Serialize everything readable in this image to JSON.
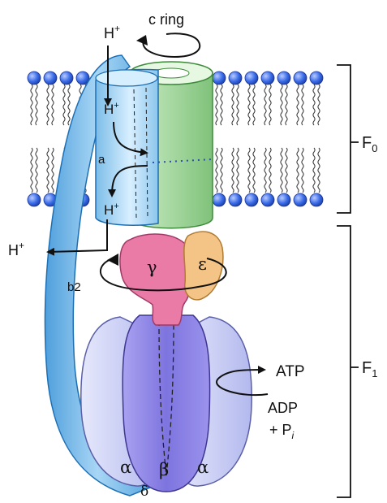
{
  "labels": {
    "c_ring": "c ring",
    "proton": "H",
    "proton_sup": "+",
    "subunit_a": "a",
    "subunit_b2": "b2",
    "gamma": "γ",
    "epsilon": "ε",
    "alpha": "α",
    "beta": "β",
    "delta": "δ",
    "atp": "ATP",
    "adp": "ADP",
    "plus_p": "+ P",
    "pi_sub": "i",
    "f0_letter": "F",
    "f0_sub": "0",
    "f1_letter": "F",
    "f1_sub": "1"
  },
  "colors": {
    "c_ring": "#9ed49a",
    "subunit_a": "#a9d8f2",
    "stator_b2": "#6cb3e4",
    "gamma": "#ea7ba7",
    "epsilon": "#f3c486",
    "alpha": "#c7cdf4",
    "beta": "#8f86e6",
    "lipid_head": "#2f5fe0",
    "arrow": "#111111"
  }
}
